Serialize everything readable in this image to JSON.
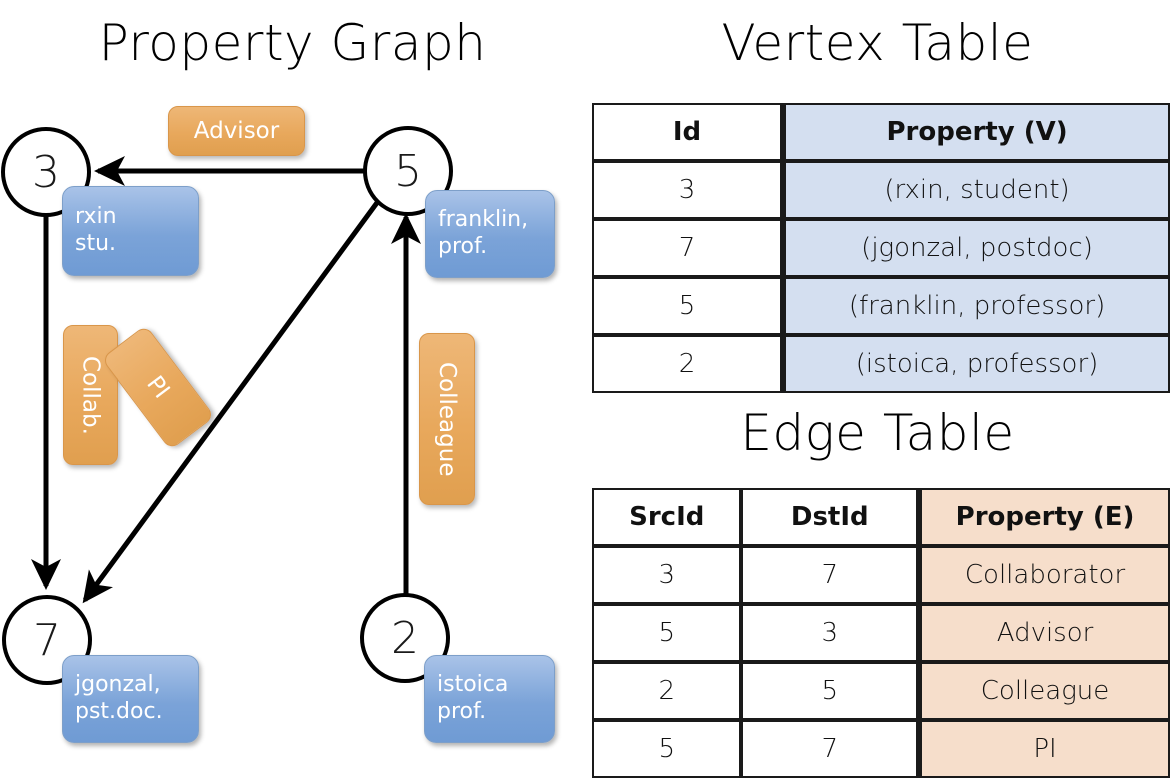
{
  "titles": {
    "property_graph": "Property Graph",
    "vertex_table": "Vertex Table",
    "edge_table": "Edge Table"
  },
  "colors": {
    "vertex_property_fill": "#7ba3d8",
    "edge_label_fill": "#e8a85c",
    "vertex_table_property_bg": "#d4dff0",
    "edge_table_property_bg": "#f6decb",
    "stroke": "#1a1a1a",
    "background": "#ffffff"
  },
  "graph": {
    "vertices": [
      {
        "id": "3",
        "property": "rxin\nstu.",
        "property_line1": "rxin",
        "property_line2": "stu."
      },
      {
        "id": "5",
        "property": "franklin, prof.",
        "property_line1": "franklin,",
        "property_line2": "prof."
      },
      {
        "id": "7",
        "property": "jgonzal, pst.doc.",
        "property_line1": "jgonzal,",
        "property_line2": "pst.doc."
      },
      {
        "id": "2",
        "property": "istoica prof.",
        "property_line1": "istoica",
        "property_line2": "prof."
      }
    ],
    "edge_labels": [
      {
        "label": "Advisor",
        "src": "5",
        "dst": "3",
        "orientation": "horizontal"
      },
      {
        "label": "Collab.",
        "src": "3",
        "dst": "7",
        "orientation": "vertical"
      },
      {
        "label": "PI",
        "src": "5",
        "dst": "7",
        "orientation": "diagonal"
      },
      {
        "label": "Colleague",
        "src": "2",
        "dst": "5",
        "orientation": "vertical"
      }
    ]
  },
  "vertex_table": {
    "headers": [
      "Id",
      "Property (V)"
    ],
    "rows": [
      {
        "id": "3",
        "property": "(rxin, student)"
      },
      {
        "id": "7",
        "property": "(jgonzal, postdoc)"
      },
      {
        "id": "5",
        "property": "(franklin, professor)"
      },
      {
        "id": "2",
        "property": "(istoica, professor)"
      }
    ]
  },
  "edge_table": {
    "headers": [
      "SrcId",
      "DstId",
      "Property (E)"
    ],
    "rows": [
      {
        "src": "3",
        "dst": "7",
        "property": "Collaborator"
      },
      {
        "src": "5",
        "dst": "3",
        "property": "Advisor"
      },
      {
        "src": "2",
        "dst": "5",
        "property": "Colleague"
      },
      {
        "src": "5",
        "dst": "7",
        "property": "PI"
      }
    ]
  }
}
